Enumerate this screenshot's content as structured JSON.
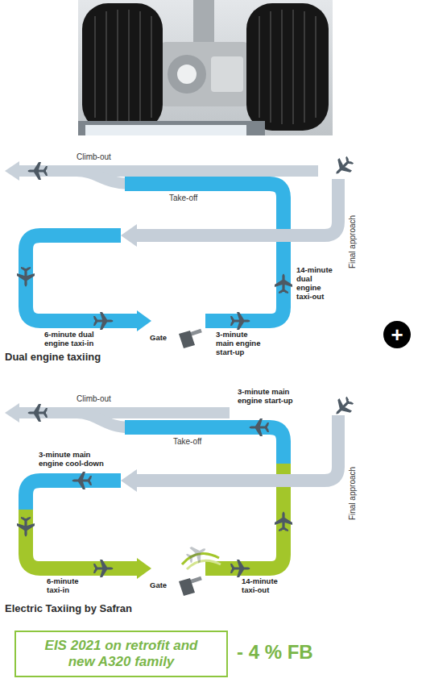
{
  "diagram": {
    "nodes": [
      {
        "text": [
          "+"
        ]
      },
      {
        "text": [
          "EIS 2021 on retrofit and new A320 family"
        ]
      }
    ],
    "labels": [
      "Climb-out",
      "Take-off",
      "Final approach",
      "14-minute dual engine taxi-out",
      "3-minute main engine start-up",
      "Gate",
      "6-minute dual engine taxi-in",
      "Dual engine taxiing",
      "3-minute main engine start-up",
      "Climb-out",
      "Take-off",
      "Final approach",
      "3-minute main engine cool-down",
      "6-minute taxi-in",
      "Gate",
      "14-minute taxi-out",
      "Electric Taxiing by Safran",
      "- 4 % FB"
    ]
  }
}
